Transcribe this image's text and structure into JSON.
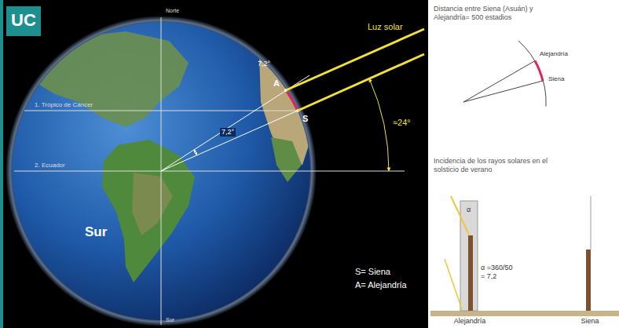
{
  "diagram": {
    "labels": [
      "UC",
      "Norte",
      "1. Trópico de Cáncer",
      "2. Ecuador",
      "7,2°",
      "Luz solar",
      "7,2°",
      "≈24°",
      "A",
      "S",
      "Sur",
      "S= Siena",
      "A= Alejandría",
      "Sur",
      "Distancia entre Siena (Asuán) y Alejandría= 500 estadios",
      "Alejandría",
      "Siena",
      "Incidencia de los rayos solares en el solsticio de verano",
      "α",
      "α =360/50 = 7,2",
      "Alejandría",
      "Siena"
    ]
  }
}
